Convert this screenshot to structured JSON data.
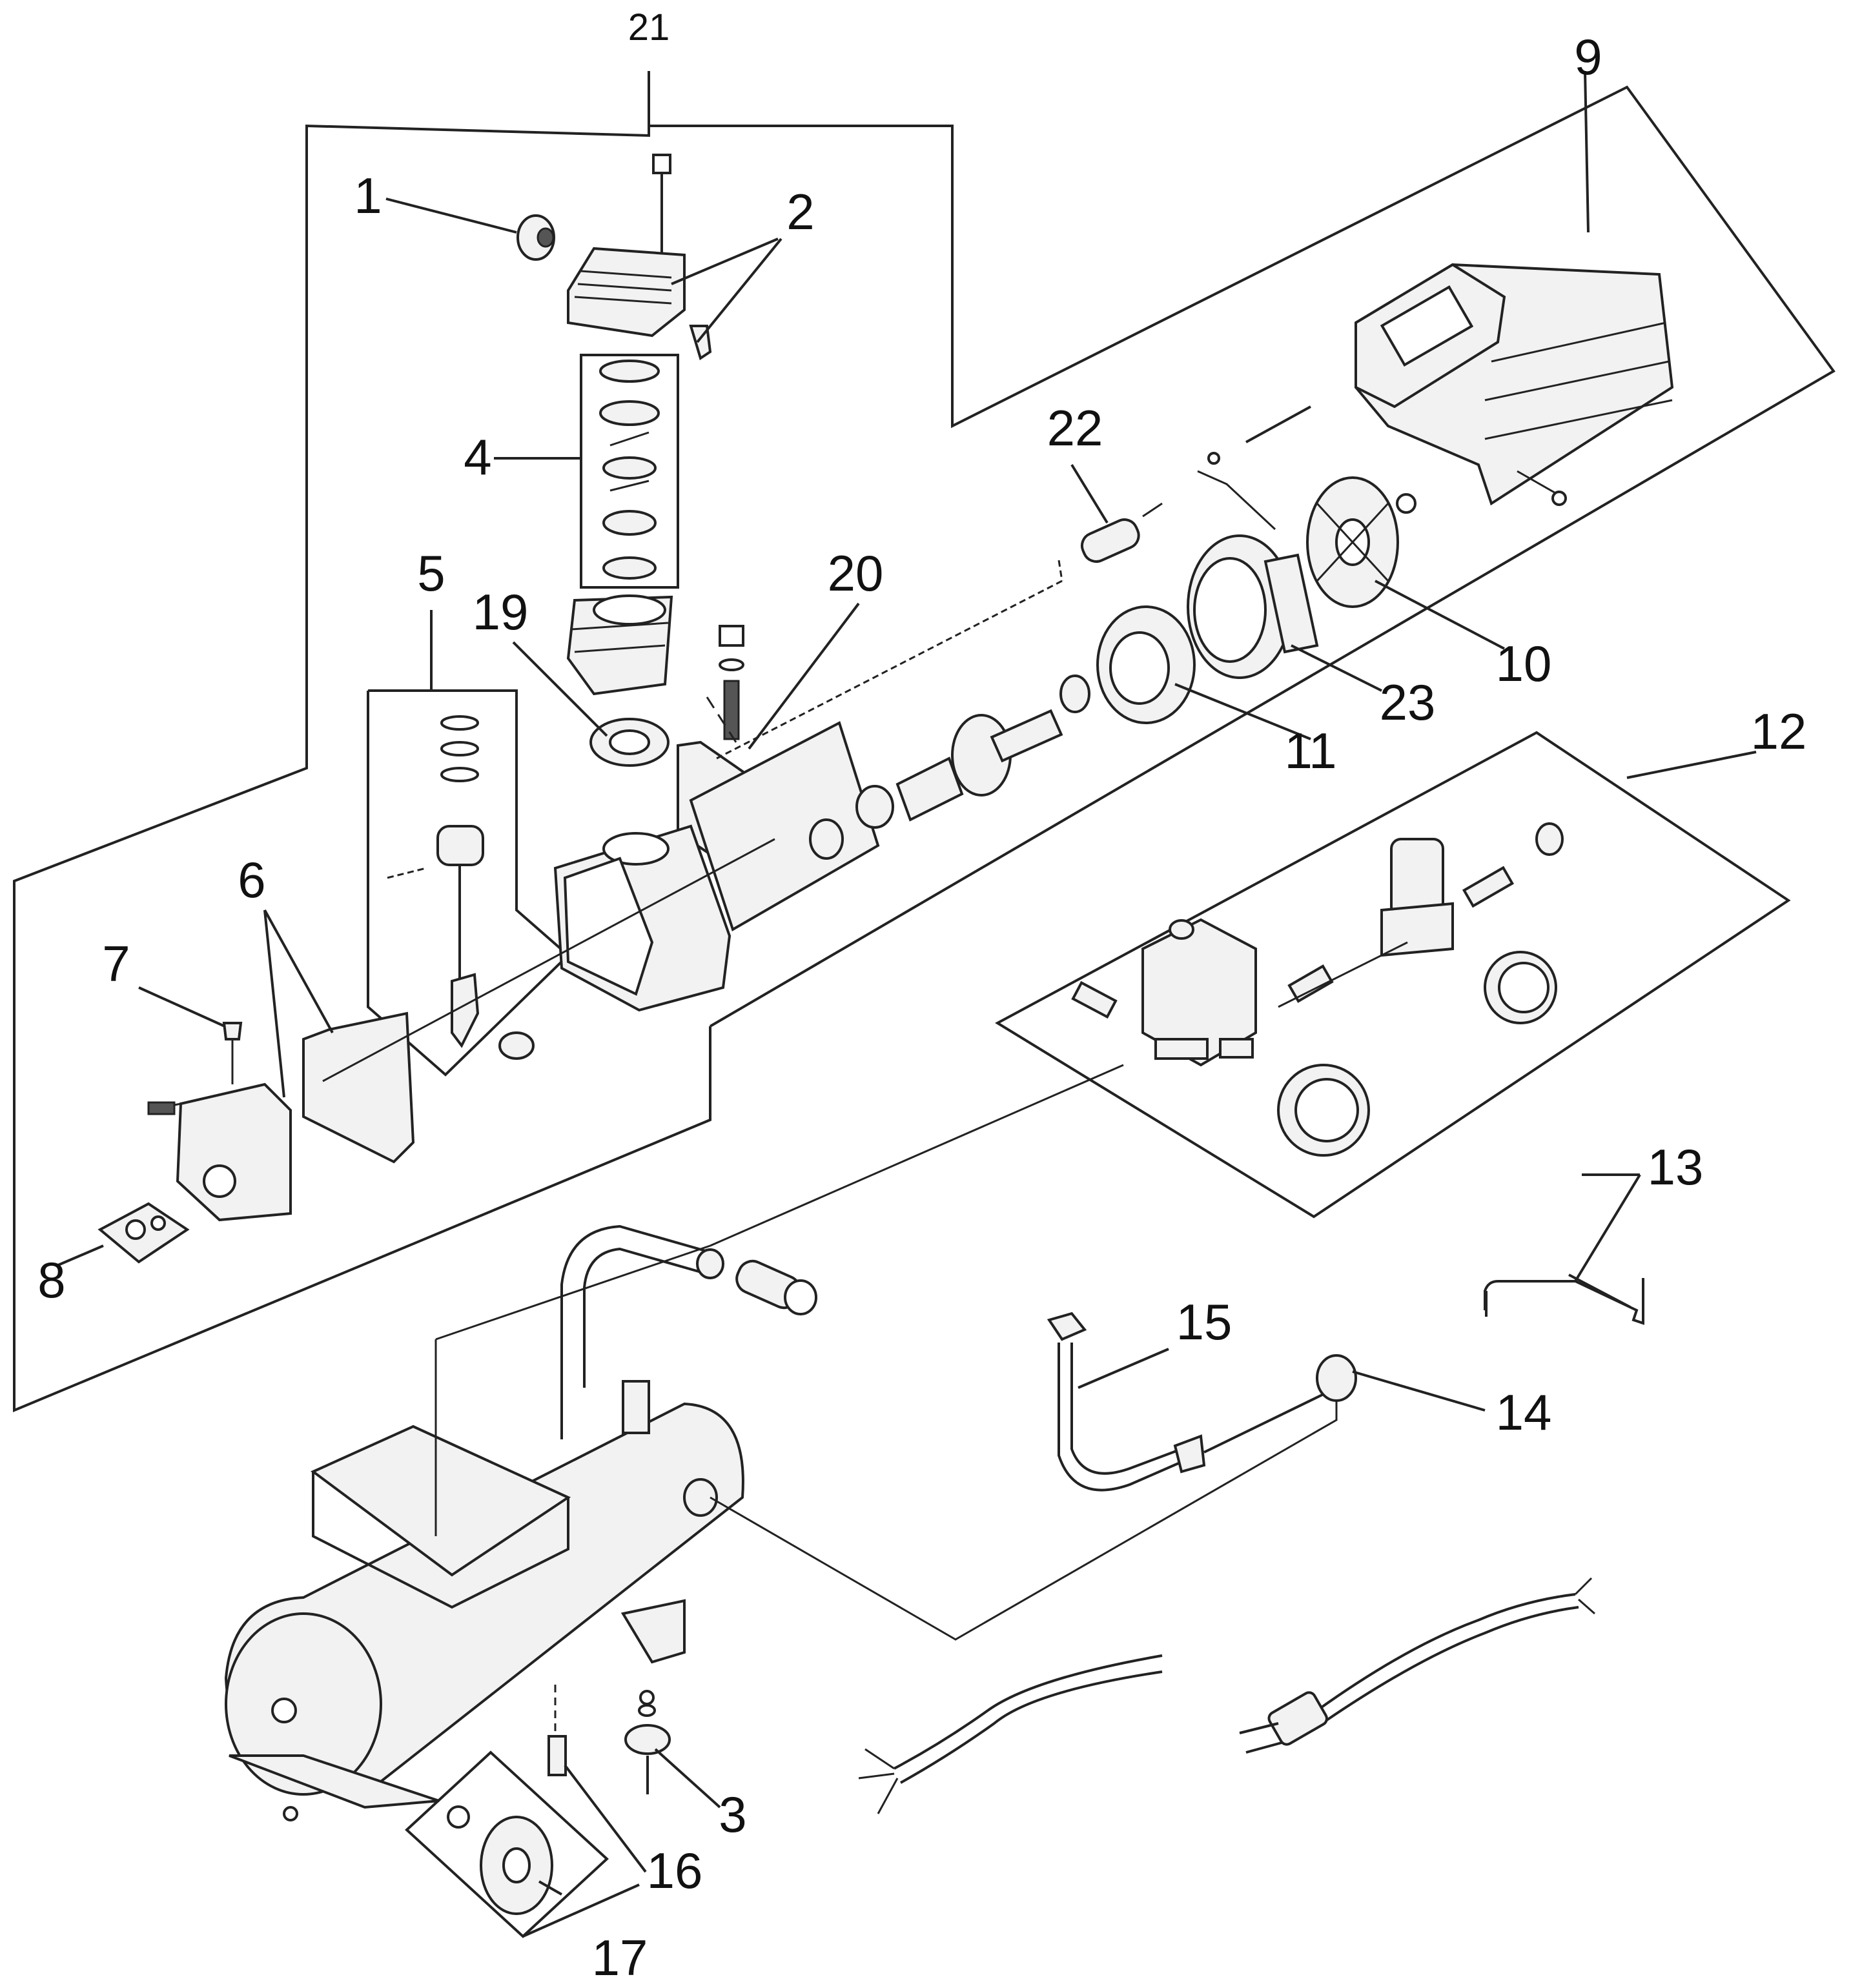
{
  "diagram": {
    "type": "exploded-parts-diagram",
    "callouts": [
      {
        "id": "c1",
        "label": "1",
        "part": "intake filter"
      },
      {
        "id": "c2",
        "label": "2",
        "part": "cylinder head with fittings"
      },
      {
        "id": "c3",
        "label": "3",
        "part": "rubber foot"
      },
      {
        "id": "c4",
        "label": "4",
        "part": "valve plate and gaskets"
      },
      {
        "id": "c5",
        "label": "5",
        "part": "piston and connecting rod"
      },
      {
        "id": "c6",
        "label": "6",
        "part": "crankcase cover and gasket"
      },
      {
        "id": "c7",
        "label": "7",
        "part": "oil breather cap"
      },
      {
        "id": "c8",
        "label": "8",
        "part": "oil sight glass"
      },
      {
        "id": "c9",
        "label": "9",
        "part": "shroud"
      },
      {
        "id": "c10",
        "label": "10",
        "part": "fan"
      },
      {
        "id": "c11",
        "label": "11",
        "part": "stator"
      },
      {
        "id": "c12",
        "label": "12",
        "part": "pressure switch and regulator assembly"
      },
      {
        "id": "c13",
        "label": "13",
        "part": "unloader tube"
      },
      {
        "id": "c14",
        "label": "14",
        "part": "check valve"
      },
      {
        "id": "c15",
        "label": "15",
        "part": "discharge tube"
      },
      {
        "id": "c16",
        "label": "16",
        "part": "drain valve"
      },
      {
        "id": "c17",
        "label": "17",
        "part": "wheel kit"
      },
      {
        "id": "c19",
        "label": "19",
        "part": "cylinder gasket"
      },
      {
        "id": "c20",
        "label": "20",
        "part": "motor end plate"
      },
      {
        "id": "c21",
        "label": "21",
        "part": "pump assembly"
      },
      {
        "id": "c22",
        "label": "22",
        "part": "capacitor"
      },
      {
        "id": "c23",
        "label": "23",
        "part": "fan housing"
      }
    ]
  }
}
